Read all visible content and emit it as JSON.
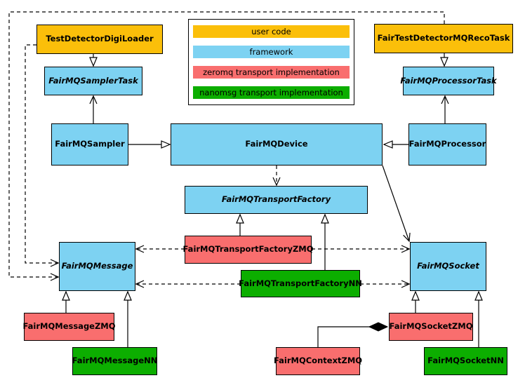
{
  "diagram": {
    "colors": {
      "user_code": "#FBBF0A",
      "framework": "#7DD2F2",
      "zeromq": "#F96E6E",
      "nanomsg": "#0CAE00",
      "line": "#000000",
      "background": "#FFFFFF"
    },
    "legend": {
      "items": [
        {
          "label": "user code",
          "color": "#FBBF0A"
        },
        {
          "label": "framework",
          "color": "#7DD2F2"
        },
        {
          "label": "zeromq transport implementation",
          "color": "#F96E6E"
        },
        {
          "label": "nanomsg transport implementation",
          "color": "#0CAE00"
        }
      ]
    },
    "nodes": {
      "digiloader": {
        "label": "TestDetectorDigiLoader"
      },
      "recotask": {
        "label": "FairTestDetectorMQRecoTask"
      },
      "samplertask": {
        "label": "FairMQSamplerTask"
      },
      "processortask": {
        "label": "FairMQProcessorTask"
      },
      "sampler": {
        "label": "FairMQSampler"
      },
      "device": {
        "label": "FairMQDevice"
      },
      "processor": {
        "label": "FairMQProcessor"
      },
      "transportfactory": {
        "label": "FairMQTransportFactory"
      },
      "tfzmq": {
        "label": "FairMQTransportFactoryZMQ"
      },
      "tfnn": {
        "label": "FairMQTransportFactoryNN"
      },
      "message": {
        "label": "FairMQMessage"
      },
      "socket": {
        "label": "FairMQSocket"
      },
      "messagezmq": {
        "label": "FairMQMessageZMQ"
      },
      "messagenn": {
        "label": "FairMQMessageNN"
      },
      "contextzmq": {
        "label": "FairMQContextZMQ"
      },
      "socketzmq": {
        "label": "FairMQSocketZMQ"
      },
      "socketnn": {
        "label": "FairMQSocketNN"
      }
    }
  }
}
